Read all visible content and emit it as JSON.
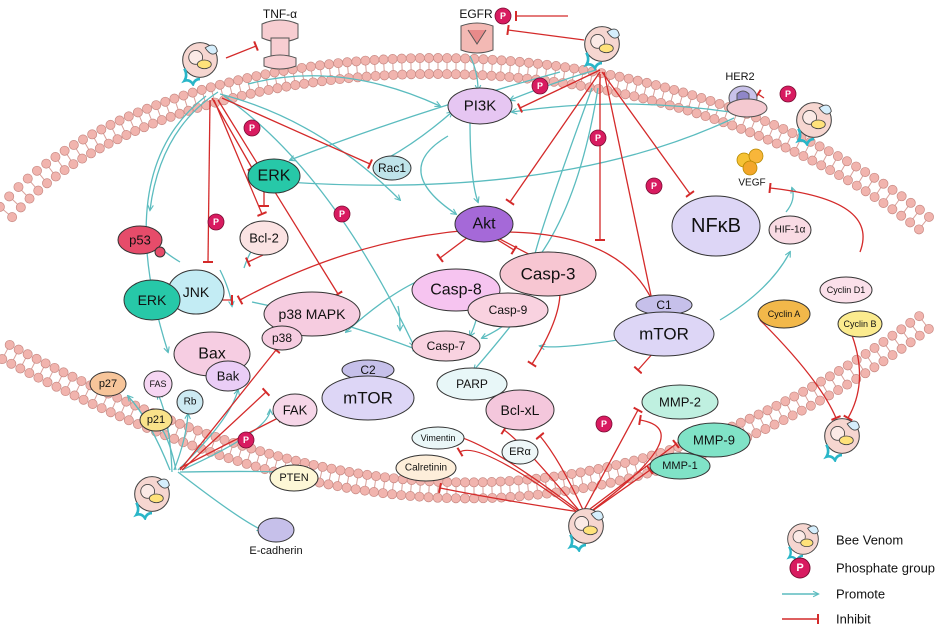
{
  "colors": {
    "promote": "#5bbcbf",
    "inhibit": "#d42a2a",
    "phosphate": "#d81b60",
    "membrane_head": "#f1b4ae",
    "membrane_stroke": "#c88a84",
    "membrane_tail": "#d9a09a"
  },
  "receptors": {
    "tnf": "TNF-α",
    "egfr": "EGFR",
    "her2": "HER2"
  },
  "nodes": {
    "pi3k": "PI3K",
    "erk_top": "ERK",
    "rac1": "Rac1",
    "akt": "Akt",
    "nfkb": "NFκB",
    "vegf": "VEGF",
    "hif1a": "HIF-1α",
    "p53": "p53",
    "bcl2": "Bcl-2",
    "jnk": "JNK",
    "erk_mid": "ERK",
    "p38mapk": "p38 MAPK",
    "p38": "p38",
    "bax": "Bax",
    "bak": "Bak",
    "casp8": "Casp-8",
    "casp3": "Casp-3",
    "casp9": "Casp-9",
    "casp7": "Casp-7",
    "parp": "PARP",
    "c1": "C1",
    "mtor1": "mTOR",
    "c2": "C2",
    "mtor2": "mTOR",
    "cyclin_d1": "Cyclin D1",
    "cyclin_a": "Cyclin A",
    "cyclin_b": "Cyclin B",
    "p27": "p27",
    "fas": "FAS",
    "rb": "Rb",
    "p21": "p21",
    "fak": "FAK",
    "pten": "PTEN",
    "ecadherin": "E-cadherin",
    "bclxl": "Bcl-xL",
    "vimentin": "Vimentin",
    "calretinin": "Calretinin",
    "era": "ERα",
    "mmp2": "MMP-2",
    "mmp9": "MMP-9",
    "mmp1": "MMP-1",
    "phosphate": "P"
  },
  "legend": {
    "bee_venom": "Bee Venom",
    "phosphate_group": "Phosphate group",
    "promote": "Promote",
    "inhibit": "Inhibit"
  }
}
